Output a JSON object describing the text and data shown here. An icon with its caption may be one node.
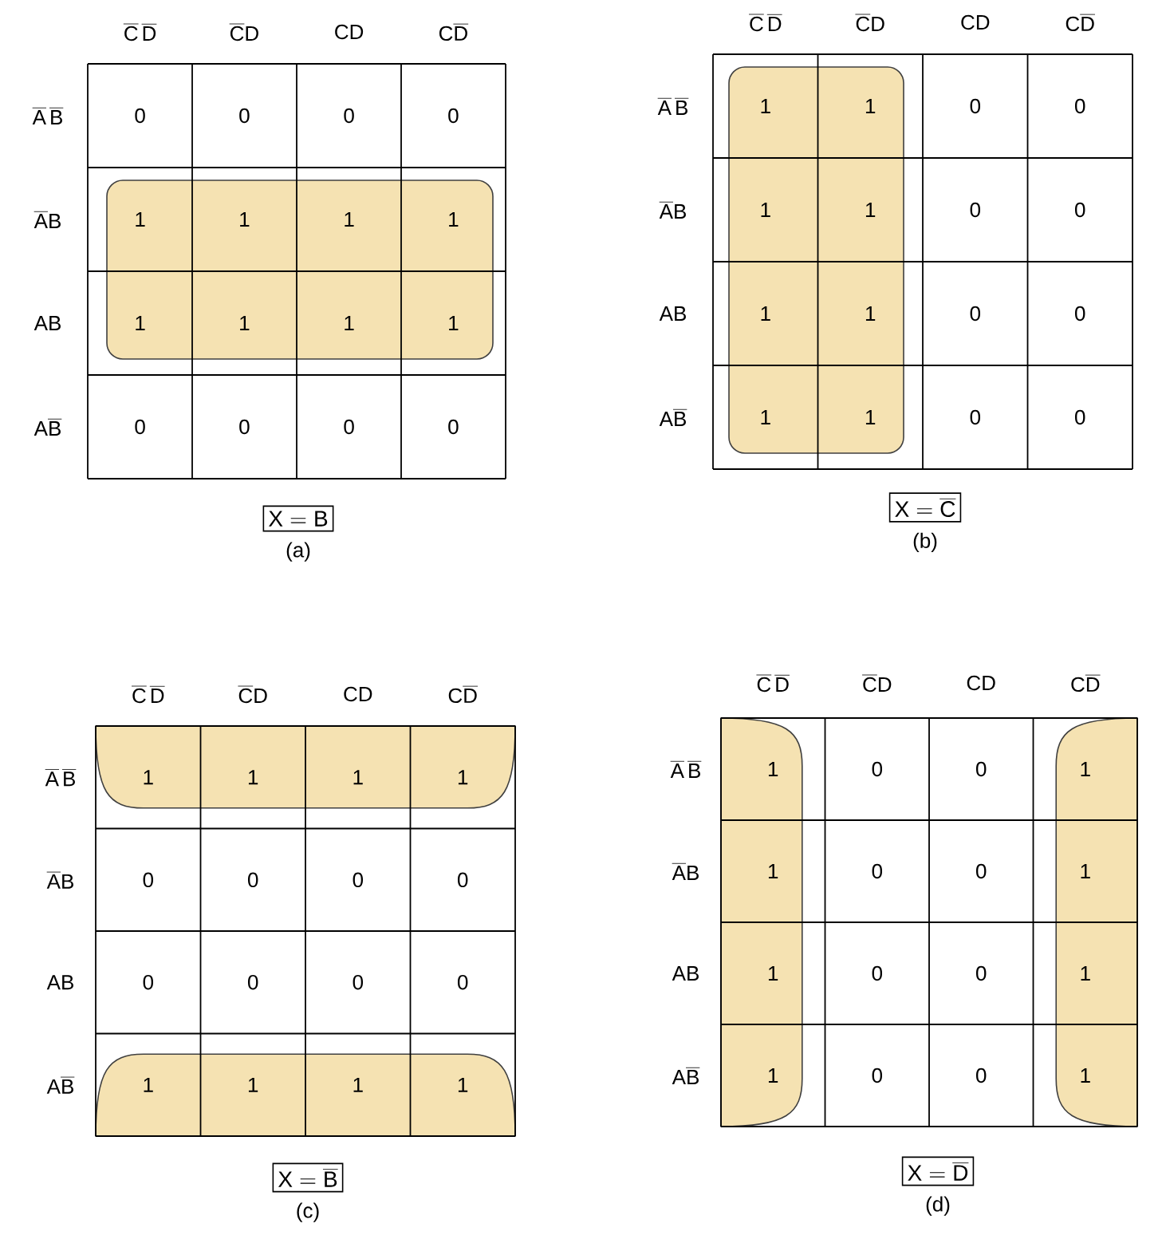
{
  "diagram": {
    "nodes": [
      {
        "text": [
          "\\mathrm{X}=\\mathrm{B}"
        ],
        "beside": [
          "(a)"
        ]
      },
      {
        "text": [
          "\\mathrm{X}=\\overline{\\mathrm{C}}"
        ],
        "beside": [
          "(b)"
        ]
      },
      {
        "text": [
          "\\mathrm{X}=\\overline{\\mathrm{B}}"
        ],
        "beside": [
          "(c)"
        ]
      },
      {
        "text": [
          "\\mathrm{X}=\\overline{\\mathrm{D}}"
        ],
        "beside": [
          "(d)"
        ]
      }
    ],
    "labels": [
      "\\overline{\\mathrm{C}}\\,\\overline{\\mathrm{D}}",
      "\\overline{\\mathrm{C}}\\mathrm{D}",
      "\\mathrm{CD}",
      "\\mathrm{C}\\overline{\\mathrm{D}}",
      "\\overline{\\mathrm{A}}\\,\\overline{\\mathrm{B}}",
      "0",
      "0",
      "0",
      "0",
      "\\overline{\\mathrm{A}}\\mathrm{B}",
      "1",
      "1",
      "1",
      "1",
      "\\mathrm{AB}",
      "1",
      "1",
      "1",
      "1",
      "\\mathrm{A}\\overline{\\mathrm{B}}",
      "0",
      "0",
      "0",
      "0",
      "\\overline{\\mathrm{C}}\\,\\overline{\\mathrm{D}}",
      "\\overline{\\mathrm{C}}\\mathrm{D}",
      "\\mathrm{CD}",
      "\\mathrm{C}\\overline{\\mathrm{D}}",
      "\\overline{\\mathrm{A}}\\,\\overline{\\mathrm{B}}",
      "1",
      "1",
      "0",
      "0",
      "\\overline{\\mathrm{A}}\\mathrm{B}",
      "1",
      "1",
      "0",
      "0",
      "\\mathrm{AB}",
      "1",
      "1",
      "0",
      "0",
      "\\mathrm{A}\\overline{\\mathrm{B}}",
      "1",
      "1",
      "0",
      "0",
      "\\overline{\\mathrm{C}}\\,\\overline{\\mathrm{D}}",
      "\\overline{\\mathrm{C}}\\mathrm{D}",
      "\\mathrm{CD}",
      "\\mathrm{C}\\overline{\\mathrm{D}}",
      "\\overline{\\mathrm{A}}\\,\\overline{\\mathrm{B}}",
      "1",
      "1",
      "1",
      "1",
      "\\overline{\\mathrm{A}}\\mathrm{B}",
      "0",
      "0",
      "0",
      "0",
      "\\mathrm{AB}",
      "0",
      "0",
      "0",
      "0",
      "\\mathrm{A}\\overline{\\mathrm{B}}",
      "1",
      "1",
      "1",
      "1",
      "\\overline{\\mathrm{C}}\\,\\overline{\\mathrm{D}}",
      "\\overline{\\mathrm{C}}\\mathrm{D}",
      "\\mathrm{CD}",
      "\\mathrm{C}\\overline{\\mathrm{D}}",
      "\\overline{\\mathrm{A}}\\,\\overline{\\mathrm{B}}",
      "1",
      "0",
      "0",
      "1",
      "\\overline{\\mathrm{A}}\\mathrm{B}",
      "1",
      "0",
      "0",
      "1",
      "\\mathrm{AB}",
      "1",
      "0",
      "0",
      "1",
      "\\mathrm{A}\\overline{\\mathrm{B}}",
      "1",
      "0",
      "0",
      "1"
    ]
  }
}
